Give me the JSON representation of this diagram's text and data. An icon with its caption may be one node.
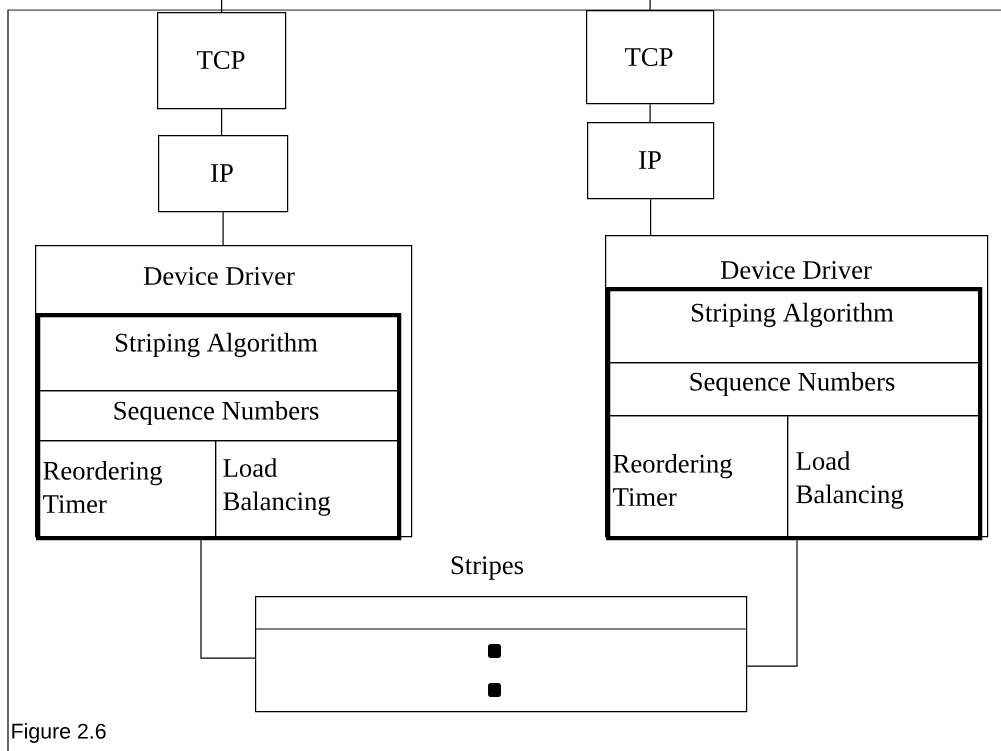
{
  "diagram": {
    "caption": "Figure 2.6",
    "nodes": [
      {
        "text": [
          "TCP"
        ]
      },
      {
        "text": [
          "IP"
        ]
      },
      {
        "text": [
          "Device Driver"
        ]
      },
      {
        "text": [],
        "shape": "box",
        "in": 2
      },
      {
        "text": [
          "Striping Algorithm"
        ],
        "in": 3
      },
      {
        "text": [
          "Sequence Numbers"
        ],
        "in": 3
      },
      {
        "text": [
          "Reordering Timer"
        ],
        "in": 3
      },
      {
        "text": [
          "Load Balancing"
        ],
        "in": 3
      },
      {
        "text": [
          "TCP"
        ]
      },
      {
        "text": [
          "IP"
        ]
      },
      {
        "text": [
          "Device Driver"
        ]
      },
      {
        "text": [],
        "shape": "box",
        "in": 10
      },
      {
        "text": [
          "Striping Algorithm"
        ],
        "in": 11
      },
      {
        "text": [
          "Sequence Numbers"
        ],
        "in": 11
      },
      {
        "text": [
          "Reordering Timer"
        ],
        "in": 11
      },
      {
        "text": [
          "Load Balancing"
        ],
        "in": 11
      },
      {
        "text": [],
        "shape": "box",
        "beside": [
          "Stripes"
        ]
      }
    ],
    "edges": [
      {
        "from": null,
        "to": 0,
        "arrow": "none"
      },
      {
        "from": 0,
        "to": 1,
        "arrow": "none"
      },
      {
        "from": 1,
        "to": 2,
        "arrow": "none"
      },
      {
        "from": 3,
        "to": 16,
        "arrow": "none"
      },
      {
        "from": null,
        "to": 8,
        "arrow": "none"
      },
      {
        "from": 8,
        "to": 9,
        "arrow": "none"
      },
      {
        "from": 9,
        "to": 10,
        "arrow": "none"
      },
      {
        "from": 11,
        "to": 16,
        "arrow": "none"
      }
    ]
  }
}
